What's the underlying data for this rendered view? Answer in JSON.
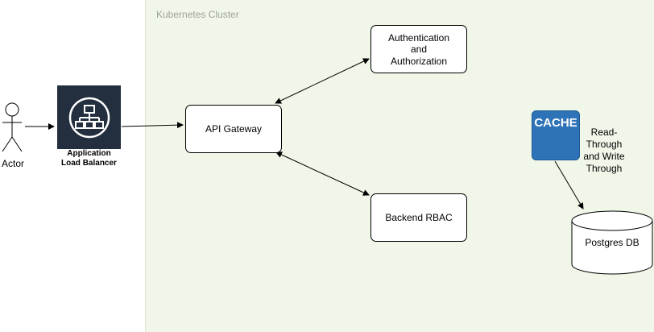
{
  "cluster": {
    "label": "Kubernetes Cluster"
  },
  "actor": {
    "label": "Actor"
  },
  "alb": {
    "label_line1": "Application",
    "label_line2": "Load Balancer"
  },
  "nodes": {
    "auth_line1": "Authentication",
    "auth_line2": "and",
    "auth_line3": "Authorization",
    "gateway": "API Gateway",
    "rbac": "Backend RBAC",
    "db": "Postgres DB"
  },
  "cache": {
    "icon_text": "CACHE",
    "note_line1": "Read-",
    "note_line2": "Through",
    "note_line3": "and Write",
    "note_line4": "Through"
  },
  "colors": {
    "cluster_bg": "#f0f7e8",
    "alb_bg": "#232f3e",
    "cache_bg": "#2e73b8"
  }
}
